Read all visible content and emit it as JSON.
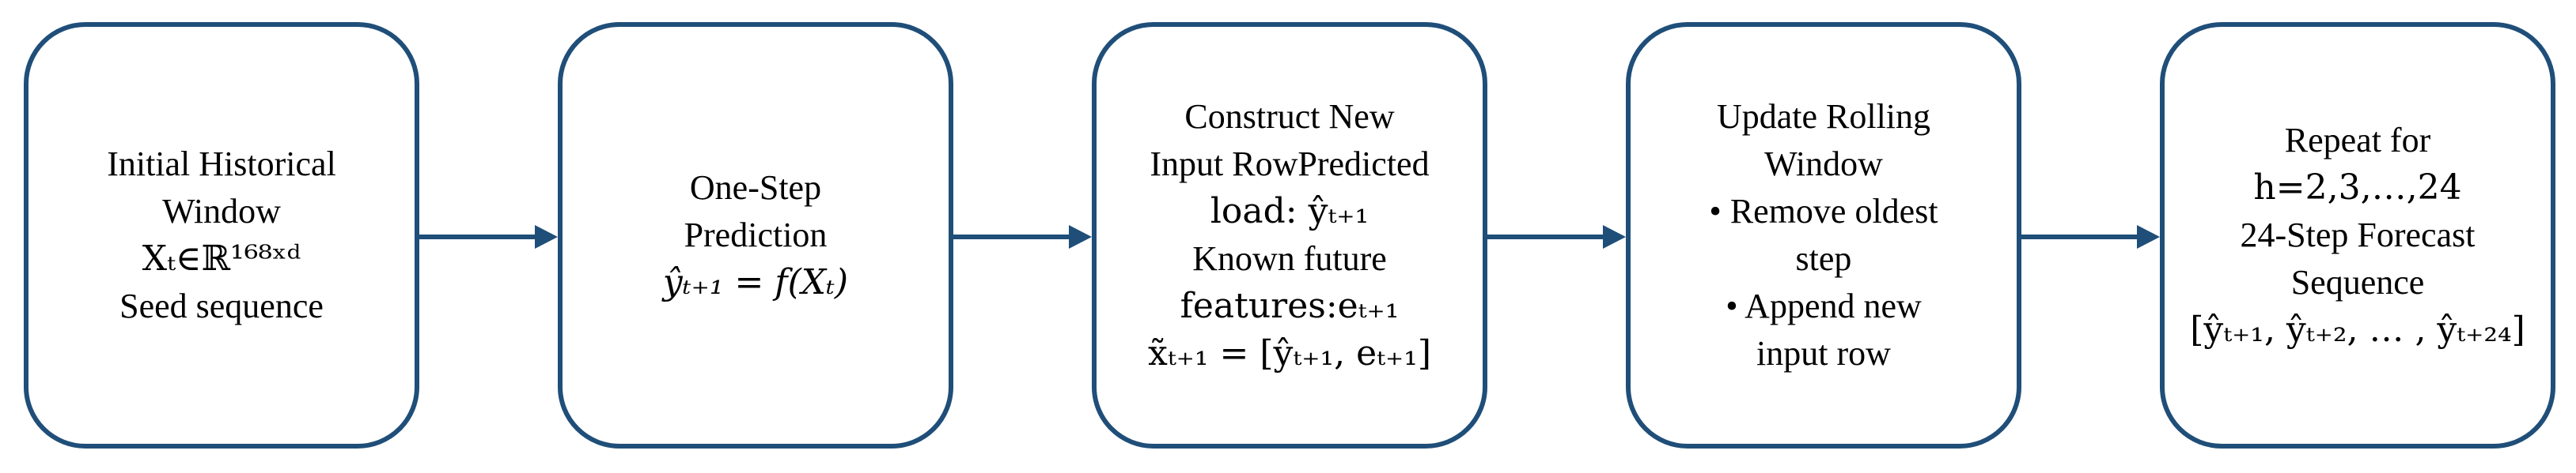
{
  "steps": [
    {
      "lines": [
        "Initial Historical",
        "Window",
        "Xₜ∈ℝ¹⁶⁸ˣᵈ",
        "Seed sequence"
      ]
    },
    {
      "lines": [
        "One-Step",
        "Prediction",
        "ŷₜ₊₁ = f(Xₜ)"
      ]
    },
    {
      "lines": [
        "Construct New",
        "Input RowPredicted",
        "load: ŷₜ₊₁",
        "Known future",
        "features:eₜ₊₁",
        "x̃ₜ₊₁ = [ŷₜ₊₁, eₜ₊₁]"
      ]
    },
    {
      "lines": [
        "Update Rolling",
        "Window",
        "• Remove oldest",
        "step",
        "• Append new",
        "input row"
      ]
    },
    {
      "lines": [
        "Repeat for",
        "h=2,3,…,24",
        "24-Step Forecast",
        "Sequence",
        "[ŷₜ₊₁, ŷₜ₊₂, … , ŷₜ₊₂₄]"
      ]
    }
  ],
  "colors": {
    "border": "#1f4e79",
    "arrow": "#1f4e79",
    "text": "#000000"
  }
}
